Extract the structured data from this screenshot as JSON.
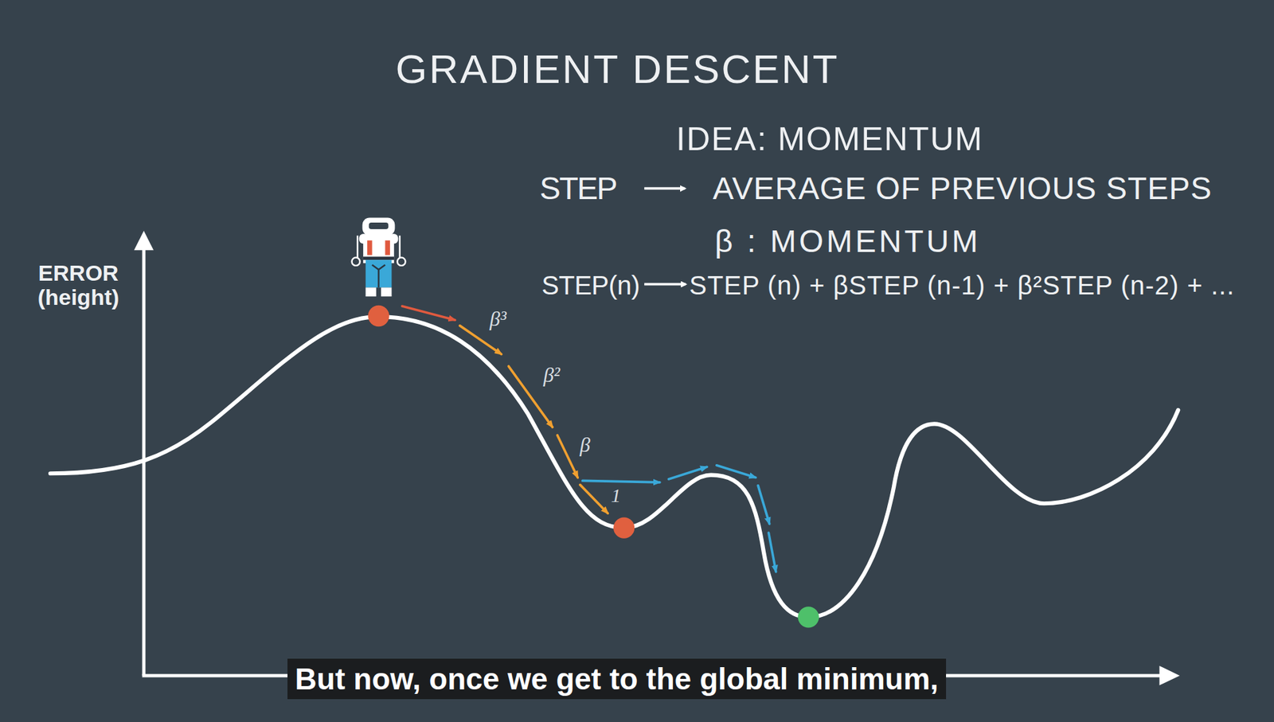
{
  "diagram": {
    "title": "GRADIENT DESCENT",
    "caption": "But now, once we get to the global minimum,",
    "labels": [
      "IDEA: MOMENTUM",
      "STEP",
      "AVERAGE OF PREVIOUS STEPS",
      "β : MOMENTUM",
      "STEP(n)",
      "STEP (n) + βSTEP (n-1) + β²STEP (n-2) + ...",
      "ERROR (height)",
      "β³",
      "β²",
      "β",
      "1"
    ]
  }
}
